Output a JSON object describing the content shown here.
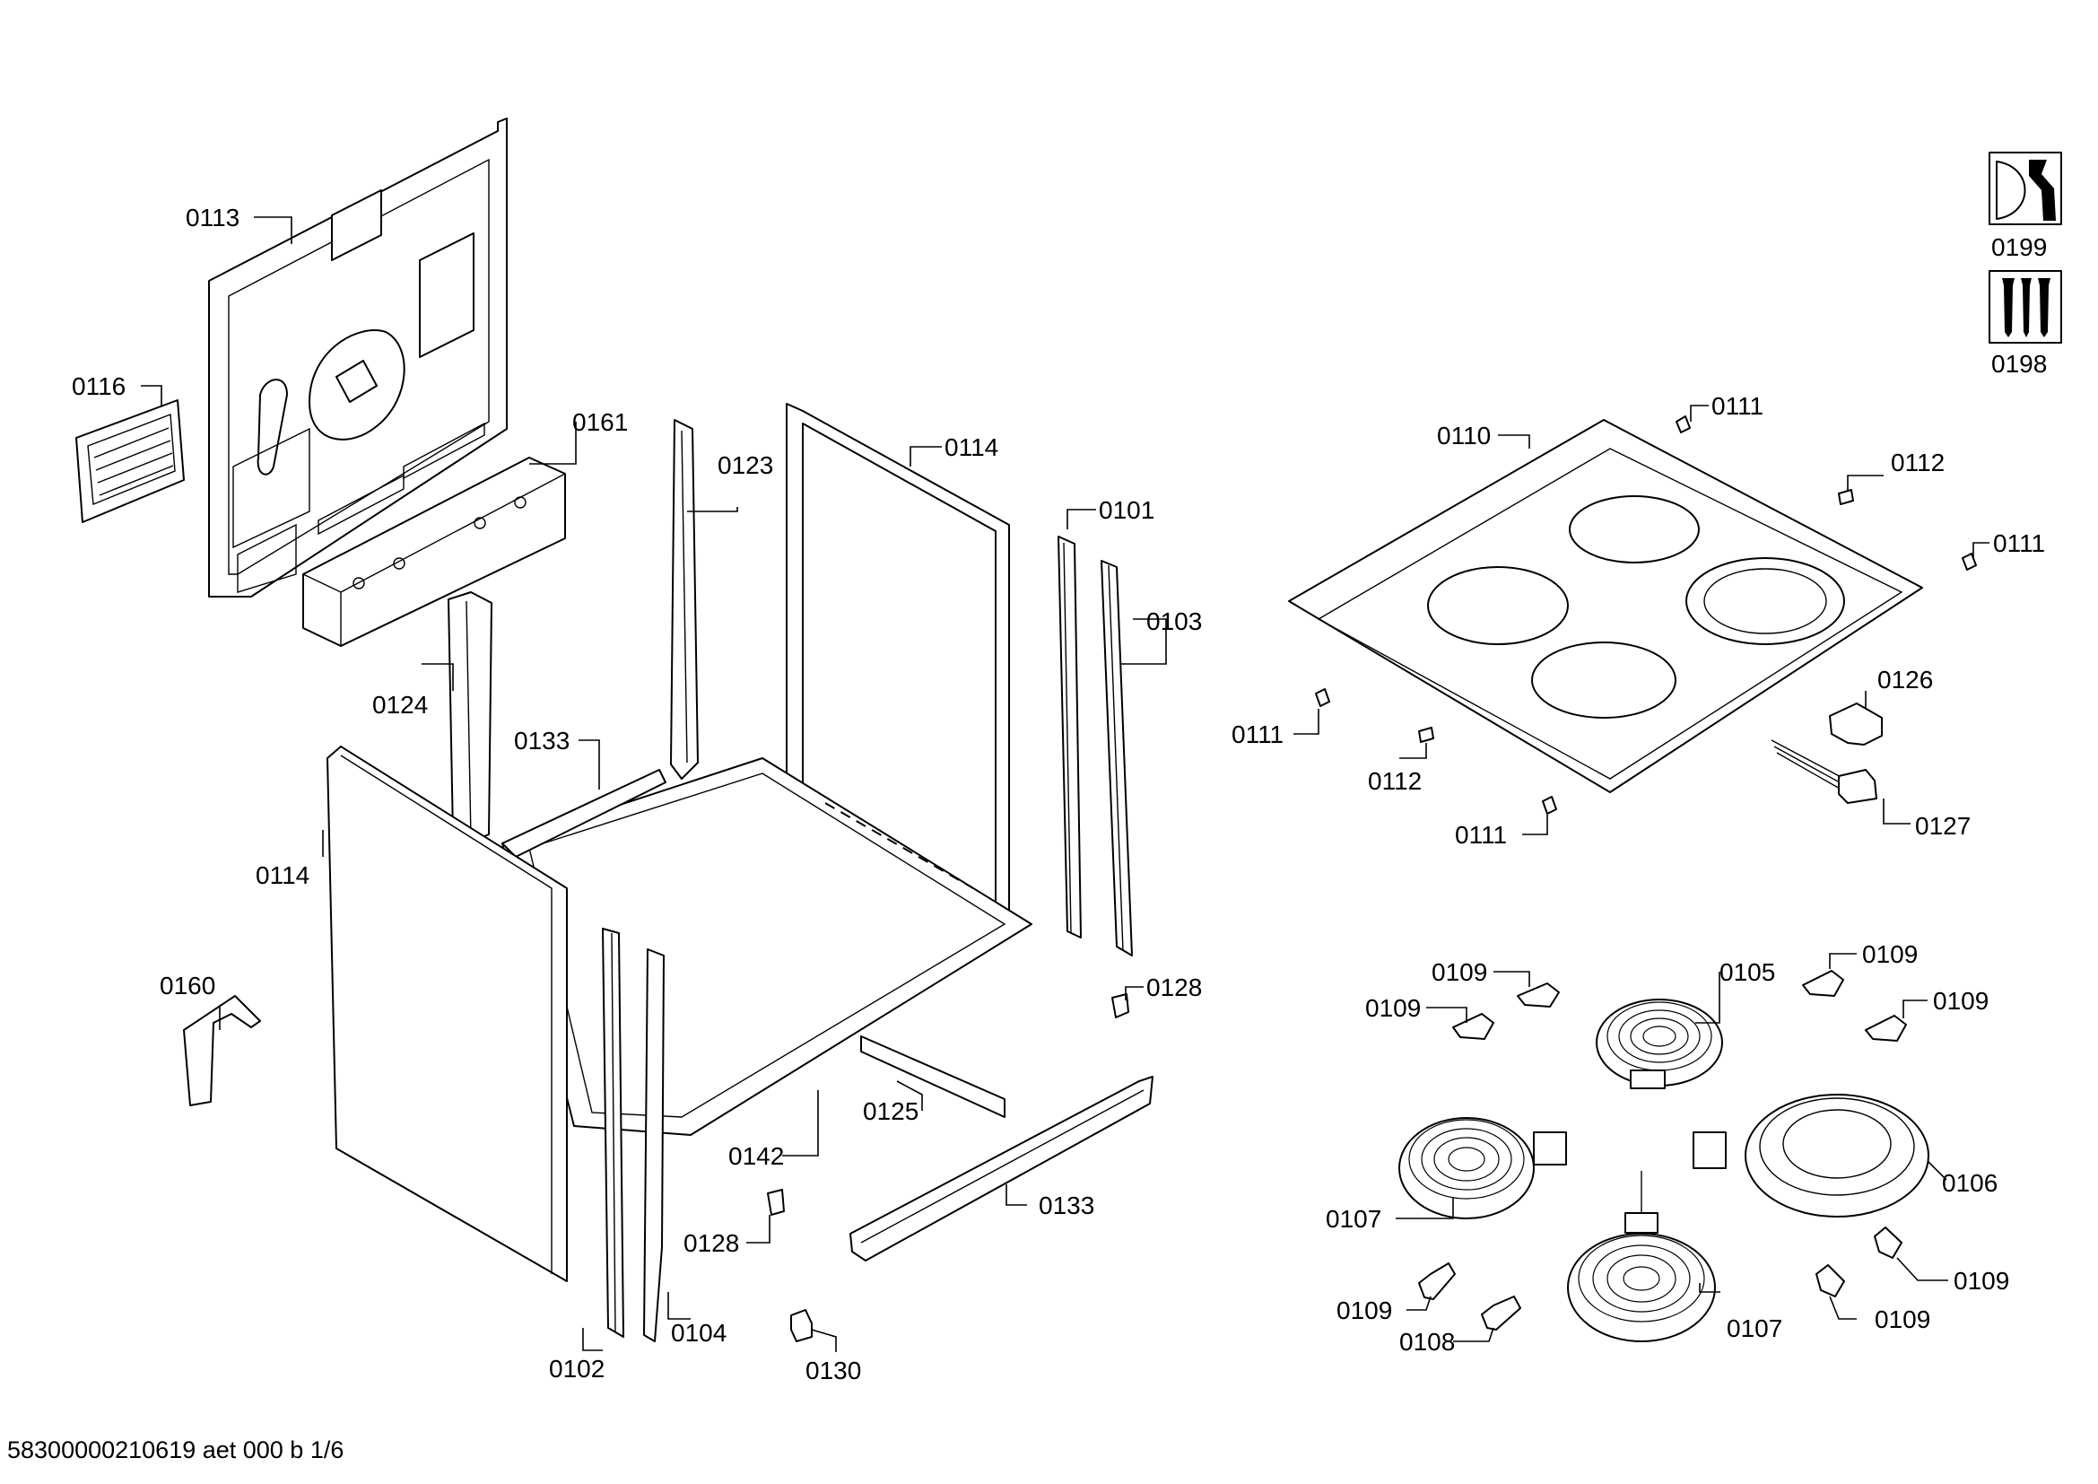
{
  "labels": {
    "p0113": "0113",
    "p0116": "0116",
    "p0161": "0161",
    "p0123": "0123",
    "p0114_top": "0114",
    "p0101": "0101",
    "p0103": "0103",
    "p0124": "0124",
    "p0133_top": "0133",
    "p0114_left": "0114",
    "p0160": "0160",
    "p0128_right": "0128",
    "p0125": "0125",
    "p0142": "0142",
    "p0133_bottom": "0133",
    "p0128_bottom": "0128",
    "p0102": "0102",
    "p0104": "0104",
    "p0130": "0130",
    "p0199": "0199",
    "p0198": "0198",
    "p0110": "0110",
    "p0111_a": "0111",
    "p0112_a": "0112",
    "p0111_b": "0111",
    "p0126": "0126",
    "p0111_c": "0111",
    "p0112_b": "0112",
    "p0111_d": "0111",
    "p0127": "0127",
    "p0109_a": "0109",
    "p0105": "0105",
    "p0109_b": "0109",
    "p0109_c": "0109",
    "p0109_d": "0109",
    "p0106": "0106",
    "p0107_a": "0107",
    "p0109_e": "0109",
    "p0109_f": "0109",
    "p0109_g": "0109",
    "p0108": "0108",
    "p0107_b": "0107"
  },
  "footer": "58300000210619 aet 000 b 1/6",
  "icons": {
    "tools": "wrench-icon",
    "screws": "screws-icon"
  }
}
